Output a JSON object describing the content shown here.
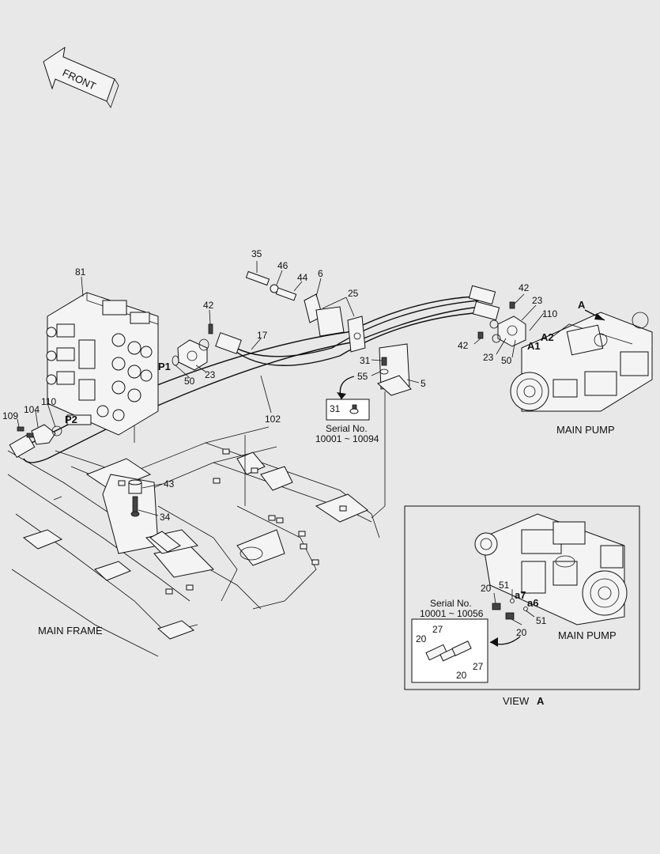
{
  "front_label": "FRONT",
  "main_frame_label": "MAIN FRAME",
  "main_pump_label": "MAIN PUMP",
  "view_a_pump_label": "MAIN PUMP",
  "view_label": "VIEW",
  "view_letter": "A",
  "pump_arrow_letter": "A",
  "ports": {
    "p1": "P1",
    "p2": "P2",
    "a1": "A1",
    "a2": "A2",
    "a6": "a6",
    "a7": "a7"
  },
  "serial_box_1": {
    "part": "31",
    "title": "Serial No.",
    "range": "10001 ~ 10094"
  },
  "serial_box_2": {
    "title": "Serial No.",
    "range": "10001 ~ 10056",
    "parts": [
      "27",
      "20",
      "20",
      "27"
    ]
  },
  "callouts": {
    "c35": "35",
    "c46": "46",
    "c44": "44",
    "c6": "6",
    "c25": "25",
    "c17": "17",
    "c42a": "42",
    "c42b": "42",
    "c42c": "42",
    "c81": "81",
    "c23a": "23",
    "c23b": "23",
    "c23c": "23",
    "c50a": "50",
    "c50b": "50",
    "c110a": "110",
    "c110b": "110",
    "c104": "104",
    "c109": "109",
    "c102": "102",
    "c31": "31",
    "c55": "55",
    "c5": "5",
    "c43": "43",
    "c34": "34",
    "c20a": "20",
    "c20b": "20",
    "c51a": "51",
    "c51b": "51"
  }
}
